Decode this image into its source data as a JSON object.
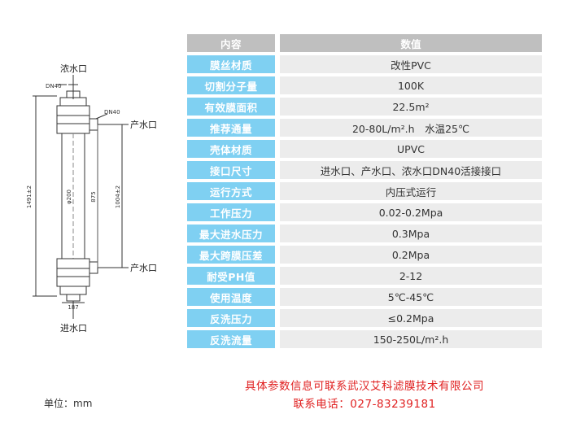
{
  "drawing": {
    "concentrate_outlet": "浓水口",
    "product_outlet_top": "产水口",
    "product_outlet_bottom": "产水口",
    "inlet": "进水口",
    "dn40_top": "DN40",
    "dn40_side": "DN40",
    "dim_total": "1491±2",
    "dim_body": "1004±2",
    "dim_span": "875",
    "dim_dia": "φ200",
    "dim_bottom": "187"
  },
  "table": {
    "header": {
      "key": "内容",
      "value": "数值"
    },
    "rows": [
      {
        "key": "膜丝材质",
        "value": "改性PVC"
      },
      {
        "key": "切割分子量",
        "value": "100K"
      },
      {
        "key": "有效膜面积",
        "value": "22.5m²"
      },
      {
        "key": "推荐通量",
        "value": "20-80L/m².h　水温25℃"
      },
      {
        "key": "壳体材质",
        "value": "UPVC"
      },
      {
        "key": "接口尺寸",
        "value": "进水口、产水口、浓水口DN40活接接口"
      },
      {
        "key": "运行方式",
        "value": "内压式运行"
      },
      {
        "key": "工作压力",
        "value": "0.02-0.2Mpa"
      },
      {
        "key": "最大进水压力",
        "value": "0.3Mpa"
      },
      {
        "key": "最大跨膜压差",
        "value": "0.2Mpa"
      },
      {
        "key": "耐受PH值",
        "value": "2-12"
      },
      {
        "key": "使用温度",
        "value": "5℃-45℃"
      },
      {
        "key": "反洗压力",
        "value": "≤0.2Mpa"
      },
      {
        "key": "反洗流量",
        "value": "150-250L/m².h"
      }
    ]
  },
  "contact": {
    "company": "具体参数信息可联系武汉艾科滤膜技术有限公司",
    "phone": "联系电话：027-83239181"
  },
  "unit": "单位：mm"
}
